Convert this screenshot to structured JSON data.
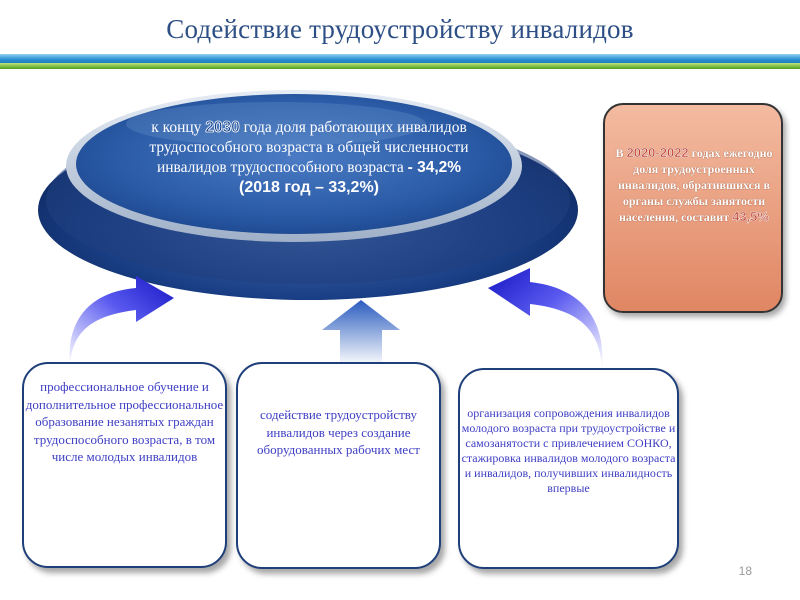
{
  "slide": {
    "title": "Содействие трудоустройству инвалидов",
    "page_number": "18"
  },
  "ellipse": {
    "line1_a": "к концу ",
    "line1_year": "2030",
    "line1_b": " года доля работающих инвалидов",
    "line2": "трудоспособного возраста в общей численности",
    "line3_a": "инвалидов трудоспособного возраста ",
    "line3_value": "- 34,2%",
    "line4": "(2018 год – 33,2%)"
  },
  "side_box": {
    "part1": "В ",
    "years": "2020-2022",
    "part2": " годах ежегодно доля трудоустроенных инвалидов, обратившихся в органы службы занятости населения, составит ",
    "value": "43,5%"
  },
  "boxes": [
    {
      "text": "профессиональное обучение и дополнительное профессиональное образование незанятых граждан трудоспособного возраста, в том числе молодых инвалидов"
    },
    {
      "text": "содействие трудоустройству инвалидов через создание оборудованных рабочих мест"
    },
    {
      "text": "организация сопровождения инвалидов молодого возраста при трудоустройстве и самозанятости с привлечением СОНКО, стажировка инвалидов молодого возраста и инвалидов, получивших инвалидность впервые"
    }
  ],
  "colors": {
    "title": "#2d4f86",
    "box_text": "#3e3ec4",
    "box_border": "#1f3f7a",
    "side_box": "#e99c7b",
    "ellipse_center": "#2d5a9e",
    "arrow": "#2222cc"
  }
}
